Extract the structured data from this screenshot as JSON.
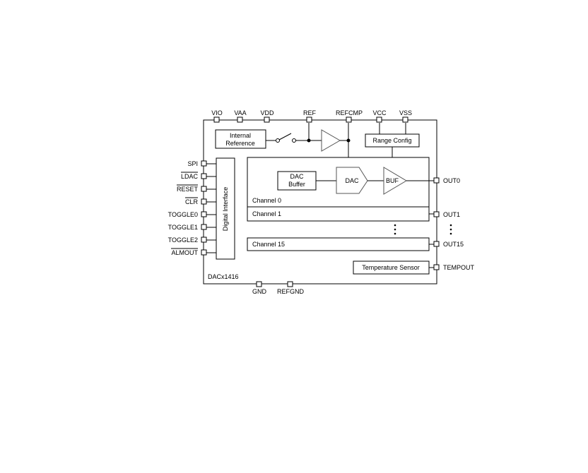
{
  "chip": {
    "name": "DACx1416"
  },
  "top_pins": [
    "VIO",
    "VAA",
    "VDD",
    "REF",
    "REFCMP",
    "VCC",
    "VSS"
  ],
  "left_pins": [
    "SPI",
    "LDAC",
    "RESET",
    "CLR",
    "TOGGLE0",
    "TOGGLE1",
    "TOGGLE2",
    "ALMOUT"
  ],
  "bottom_pins": [
    "GND",
    "REFGND"
  ],
  "right_pins": [
    "OUT0",
    "OUT1",
    "OUT15",
    "TEMPOUT"
  ],
  "blocks": {
    "internal_reference": [
      "Internal",
      "Reference"
    ],
    "range_config": "Range Config",
    "digital_interface": "Digital Interface",
    "dac_buffer": [
      "DAC",
      "Buffer"
    ],
    "dac": "DAC",
    "buf": "BUF",
    "channel0": "Channel 0",
    "channel1": "Channel 1",
    "channel15": "Channel 15",
    "temperature_sensor": "Temperature Sensor"
  }
}
